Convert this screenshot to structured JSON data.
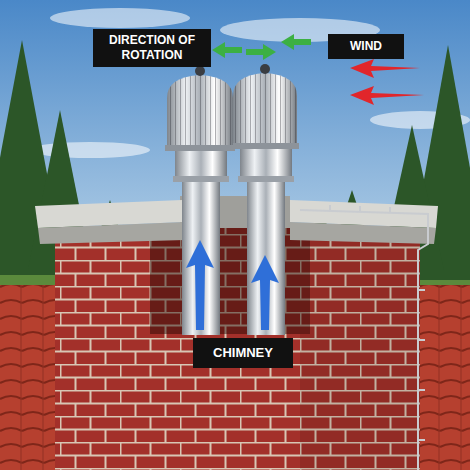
{
  "diagram": {
    "nodes": [
      {
        "text": [
          "DIRECTION OF ROTATION"
        ]
      },
      {
        "text": [
          "WIND"
        ]
      },
      {
        "text": [
          "CHIMNEY"
        ]
      }
    ]
  }
}
